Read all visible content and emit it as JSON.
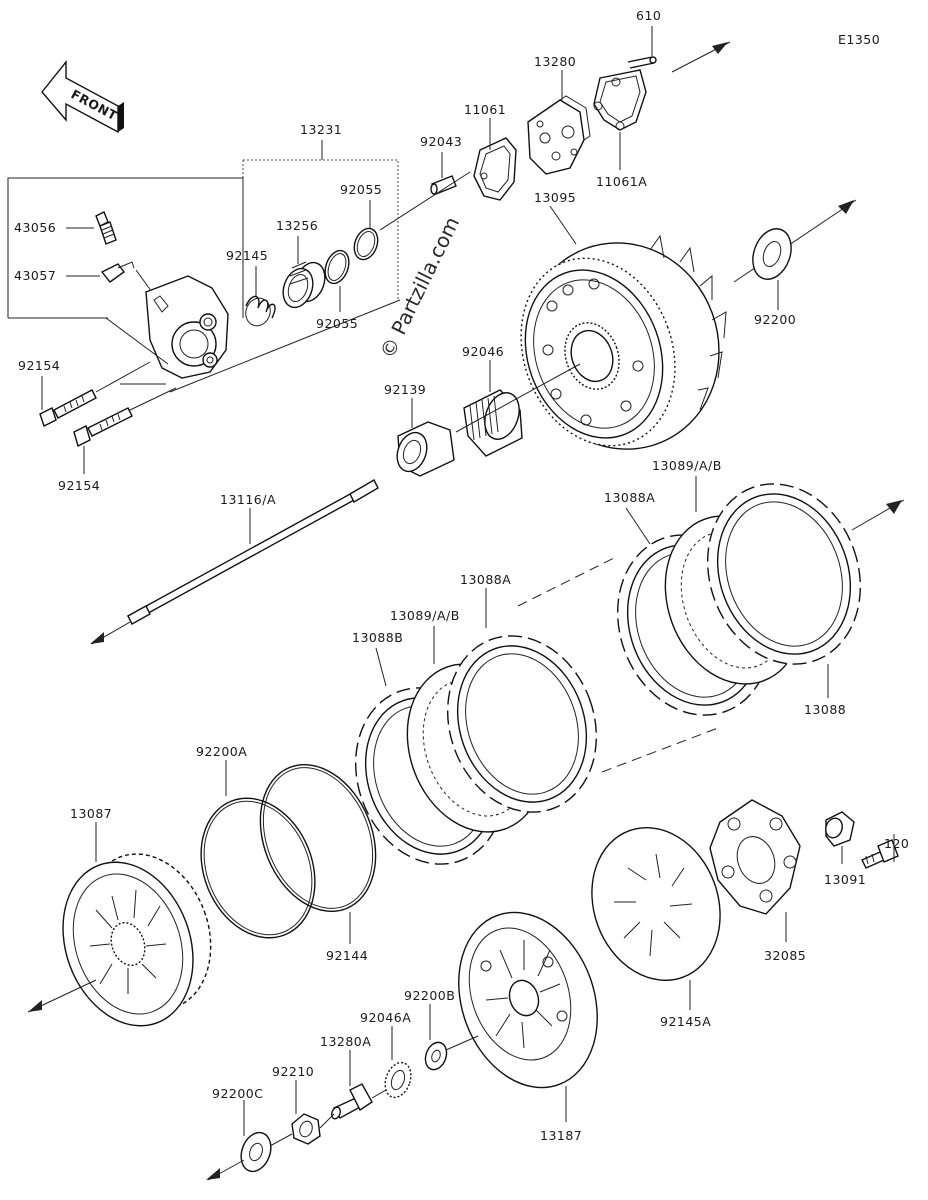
{
  "diagram_code": "E1350",
  "front_label": "FRONT",
  "watermark": "© Partzilla.com",
  "parts": {
    "p610": "610",
    "p13280": "13280",
    "p11061": "11061",
    "p11061A": "11061A",
    "p92043": "92043",
    "p13231": "13231",
    "p92055_top": "92055",
    "p92055_bot": "92055",
    "p13256": "13256",
    "p92145": "92145",
    "p43056": "43056",
    "p43057": "43057",
    "p92154_top": "92154",
    "p92154_bot": "92154",
    "p13095": "13095",
    "p92200": "92200",
    "p92046": "92046",
    "p92139": "92139",
    "p13116A": "13116/A",
    "p13089AB_top": "13089/A/B",
    "p13088A_top": "13088A",
    "p13088A_mid": "13088A",
    "p13089AB_mid": "13089/A/B",
    "p13088B": "13088B",
    "p13088": "13088",
    "p92200A": "92200A",
    "p13087": "13087",
    "p92144": "92144",
    "p120": "120",
    "p13091": "13091",
    "p32085": "32085",
    "p92145A": "92145A",
    "p92200B": "92200B",
    "p92046A": "92046A",
    "p13280A": "13280A",
    "p92210": "92210",
    "p92200C": "92200C",
    "p13187": "13187"
  }
}
